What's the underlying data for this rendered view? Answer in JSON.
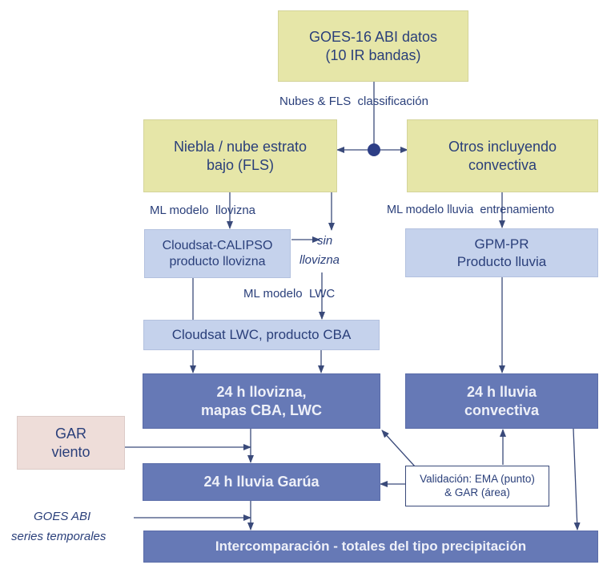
{
  "boxes": {
    "goes_data": {
      "line1": "GOES-16 ABI datos",
      "line2": "(10 IR bandas)"
    },
    "fls": {
      "line1": "Niebla / nube estrato",
      "line2": "bajo (FLS)"
    },
    "otros": {
      "line1": "Otros incluyendo",
      "line2": "convectiva"
    },
    "cloudsat_calipso": {
      "line1": "Cloudsat-CALIPSO",
      "line2": "producto llovizna"
    },
    "gpm_pr": {
      "line1": "GPM-PR",
      "line2": "Producto lluvia"
    },
    "cloudsat_lwc": {
      "line1": "Cloudsat LWC, producto CBA"
    },
    "llovizna_24h": {
      "line1": "24 h llovizna,",
      "line2": "mapas CBA, LWC"
    },
    "lluvia_conv_24h": {
      "line1": "24 h lluvia",
      "line2": "convectiva"
    },
    "gar_viento": {
      "line1": "GAR",
      "line2": "viento"
    },
    "lluvia_garua_24h": {
      "line1": "24 h lluvia Garúa"
    },
    "validacion": {
      "line1": "Validación: EMA (punto)",
      "line2": "& GAR (área)"
    },
    "intercomparacion": {
      "line1": "Intercomparación - totales del tipo precipitación"
    }
  },
  "labels": {
    "nubes_fls": "Nubes & FLS  classificación",
    "ml_llovizna": "ML modelo  llovizna",
    "sin_llovizna_1": "sin",
    "sin_llovizna_2": "llovizna",
    "ml_lluvia": "ML modelo lluvia  entrenamiento",
    "ml_lwc": "ML modelo  LWC",
    "goes_series_1": "GOES ABI",
    "goes_series_2": "series temporales"
  },
  "colors": {
    "yellow_box": "#e6e6a8",
    "light_blue_box": "#c5d2ec",
    "dark_blue_box": "#6679b6",
    "pink_box": "#eeddd9",
    "text_navy": "#2a3f7a",
    "arrow": "#3a4a7a",
    "junction_dot": "#2d3e86"
  }
}
